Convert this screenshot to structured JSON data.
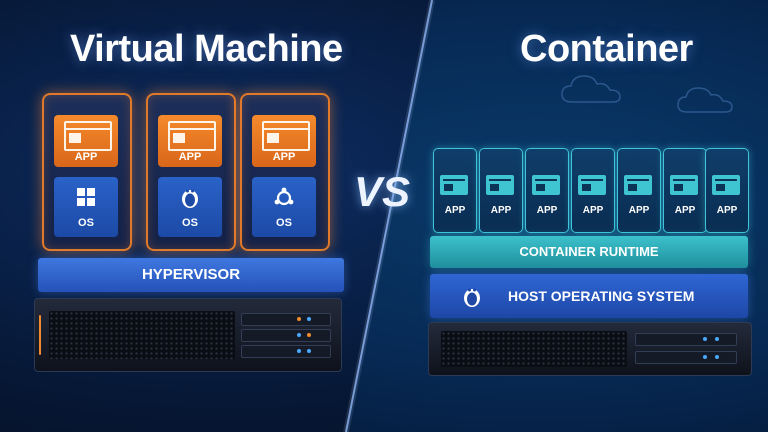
{
  "virtual_machine": {
    "title": "Virtual Machine",
    "machines": [
      {
        "app_label": "APP",
        "os_label": "OS",
        "os_icon": "windows-icon"
      },
      {
        "app_label": "APP",
        "os_label": "OS",
        "os_icon": "linux-tux-icon"
      },
      {
        "app_label": "APP",
        "os_label": "OS",
        "os_icon": "ubuntu-icon"
      }
    ],
    "hypervisor_label": "HYPERVISOR"
  },
  "vs_label": "VS",
  "container": {
    "title": "Container",
    "apps": [
      "APP",
      "APP",
      "APP",
      "APP",
      "APP",
      "APP",
      "APP"
    ],
    "runtime_label": "CONTAINER RUNTIME",
    "host_os_label": "HOST OPERATING SYSTEM",
    "host_os_icon": "linux-tux-icon"
  },
  "colors": {
    "vm_accent": "#e07a2a",
    "container_accent": "#3fc4d8",
    "layer_blue": "#2f66d4"
  }
}
